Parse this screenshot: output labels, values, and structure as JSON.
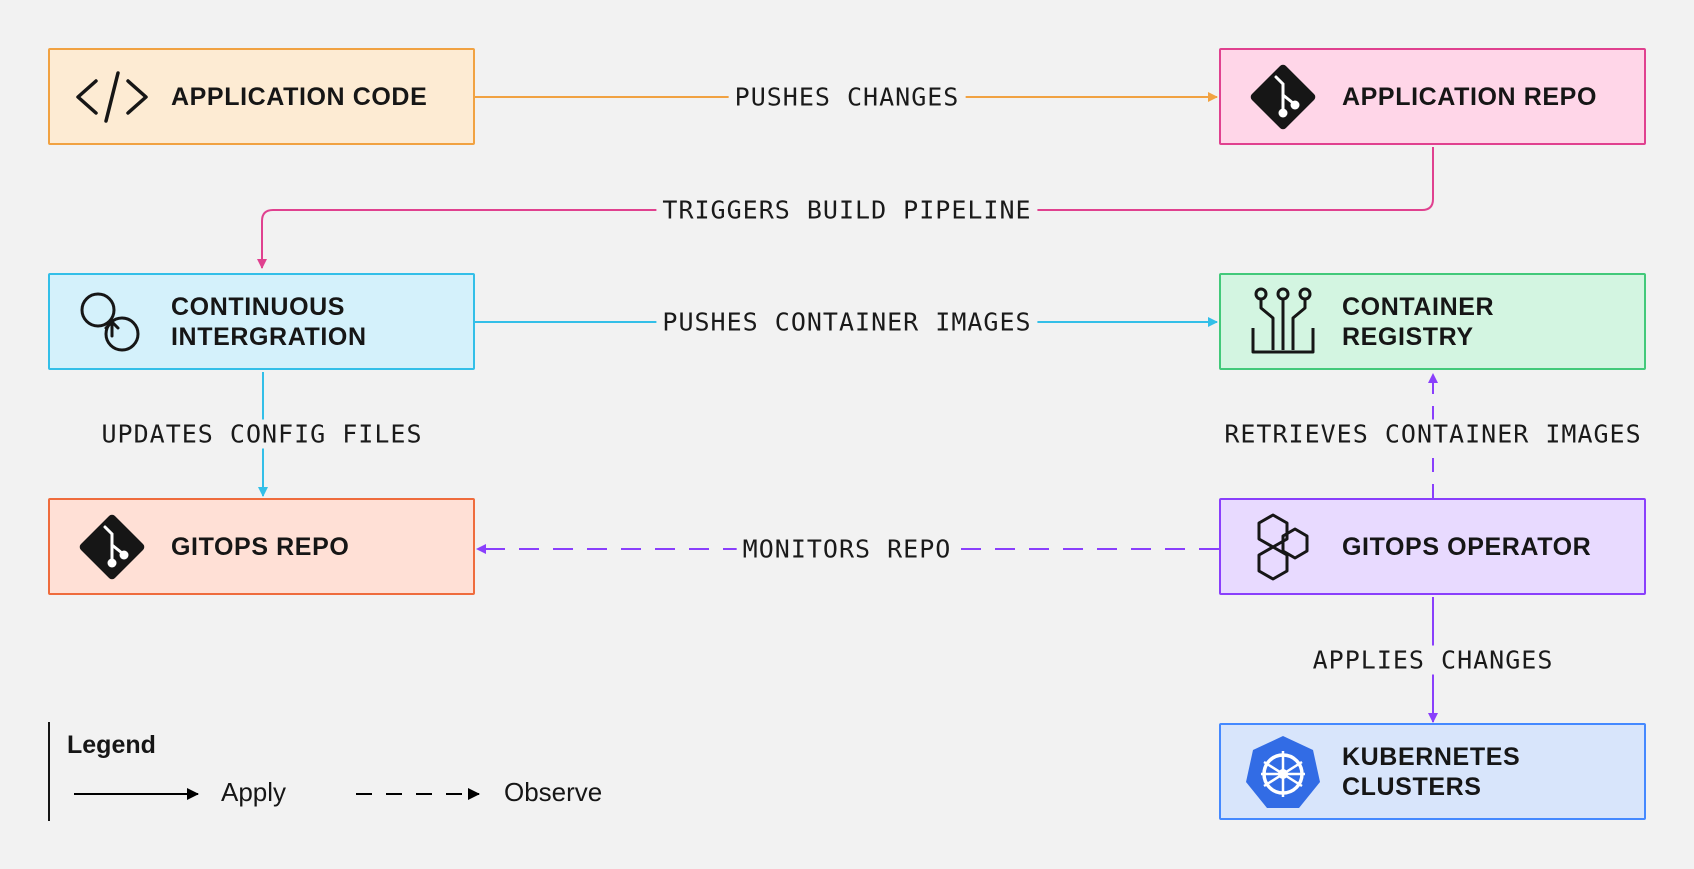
{
  "nodes": {
    "app_code": {
      "label": "APPLICATION CODE",
      "icon": "code-icon",
      "fill": "#fdebd3",
      "stroke": "#f1a242"
    },
    "app_repo": {
      "label": "APPLICATION REPO",
      "icon": "git-icon",
      "fill": "#ffd6e8",
      "stroke": "#e0418f"
    },
    "ci": {
      "line1": "CONTINUOUS",
      "line2": "INTERGRATION",
      "icon": "continuous-integration-icon",
      "fill": "#d4f1fb",
      "stroke": "#33bfe8"
    },
    "registry": {
      "line1": "CONTAINER",
      "line2": "REGISTRY",
      "icon": "circuit-registry-icon",
      "fill": "#d3f5e1",
      "stroke": "#42c97a"
    },
    "gitops_repo": {
      "label": "GITOPS REPO",
      "icon": "git-icon",
      "fill": "#ffe0d6",
      "stroke": "#ef6c3d"
    },
    "gitops_operator": {
      "label": "GITOPS OPERATOR",
      "icon": "hexagon-links-icon",
      "fill": "#e8daff",
      "stroke": "#8a3ffc"
    },
    "k8s": {
      "line1": "KUBERNETES",
      "line2": "CLUSTERS",
      "icon": "kubernetes-helm-icon",
      "fill": "#d8e5fb",
      "stroke": "#4589ff"
    }
  },
  "edges": {
    "pushes_changes": {
      "label": "PUSHES CHANGES",
      "color": "#f1a242",
      "style": "solid"
    },
    "triggers_build": {
      "label": "TRIGGERS BUILD PIPELINE",
      "color": "#e0418f",
      "style": "solid"
    },
    "pushes_images": {
      "label": "PUSHES CONTAINER IMAGES",
      "color": "#33bfe8",
      "style": "solid"
    },
    "updates_config": {
      "label": "UPDATES CONFIG FILES",
      "color": "#33bfe8",
      "style": "solid"
    },
    "retrieves_images": {
      "label": "RETRIEVES CONTAINER IMAGES",
      "color": "#8a3ffc",
      "style": "dashed"
    },
    "monitors_repo": {
      "label": "MONITORS REPO",
      "color": "#8a3ffc",
      "style": "dashed"
    },
    "applies_changes": {
      "label": "APPLIES CHANGES",
      "color": "#8a3ffc",
      "style": "solid"
    }
  },
  "legend": {
    "title": "Legend",
    "apply": "Apply",
    "observe": "Observe"
  }
}
